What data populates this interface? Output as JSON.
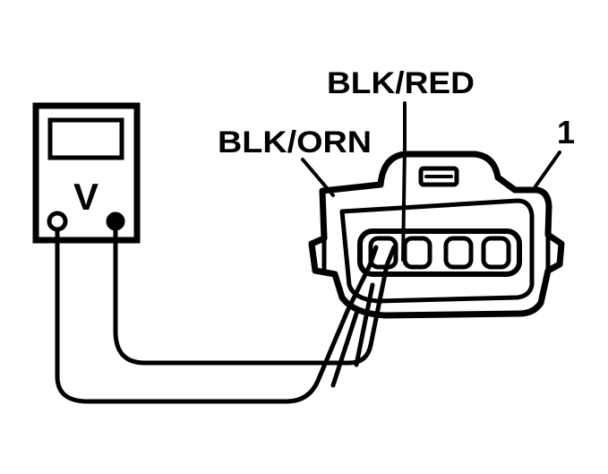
{
  "diagram": {
    "labels": {
      "wire_red": "BLK/RED",
      "wire_orn": "BLK/ORN",
      "callout_1": "1",
      "meter_mode": "V"
    },
    "colors": {
      "ink": "#000000",
      "background": "#ffffff"
    },
    "icons": {
      "meter": "voltmeter-icon",
      "connector": "sensor-connector-icon"
    }
  }
}
